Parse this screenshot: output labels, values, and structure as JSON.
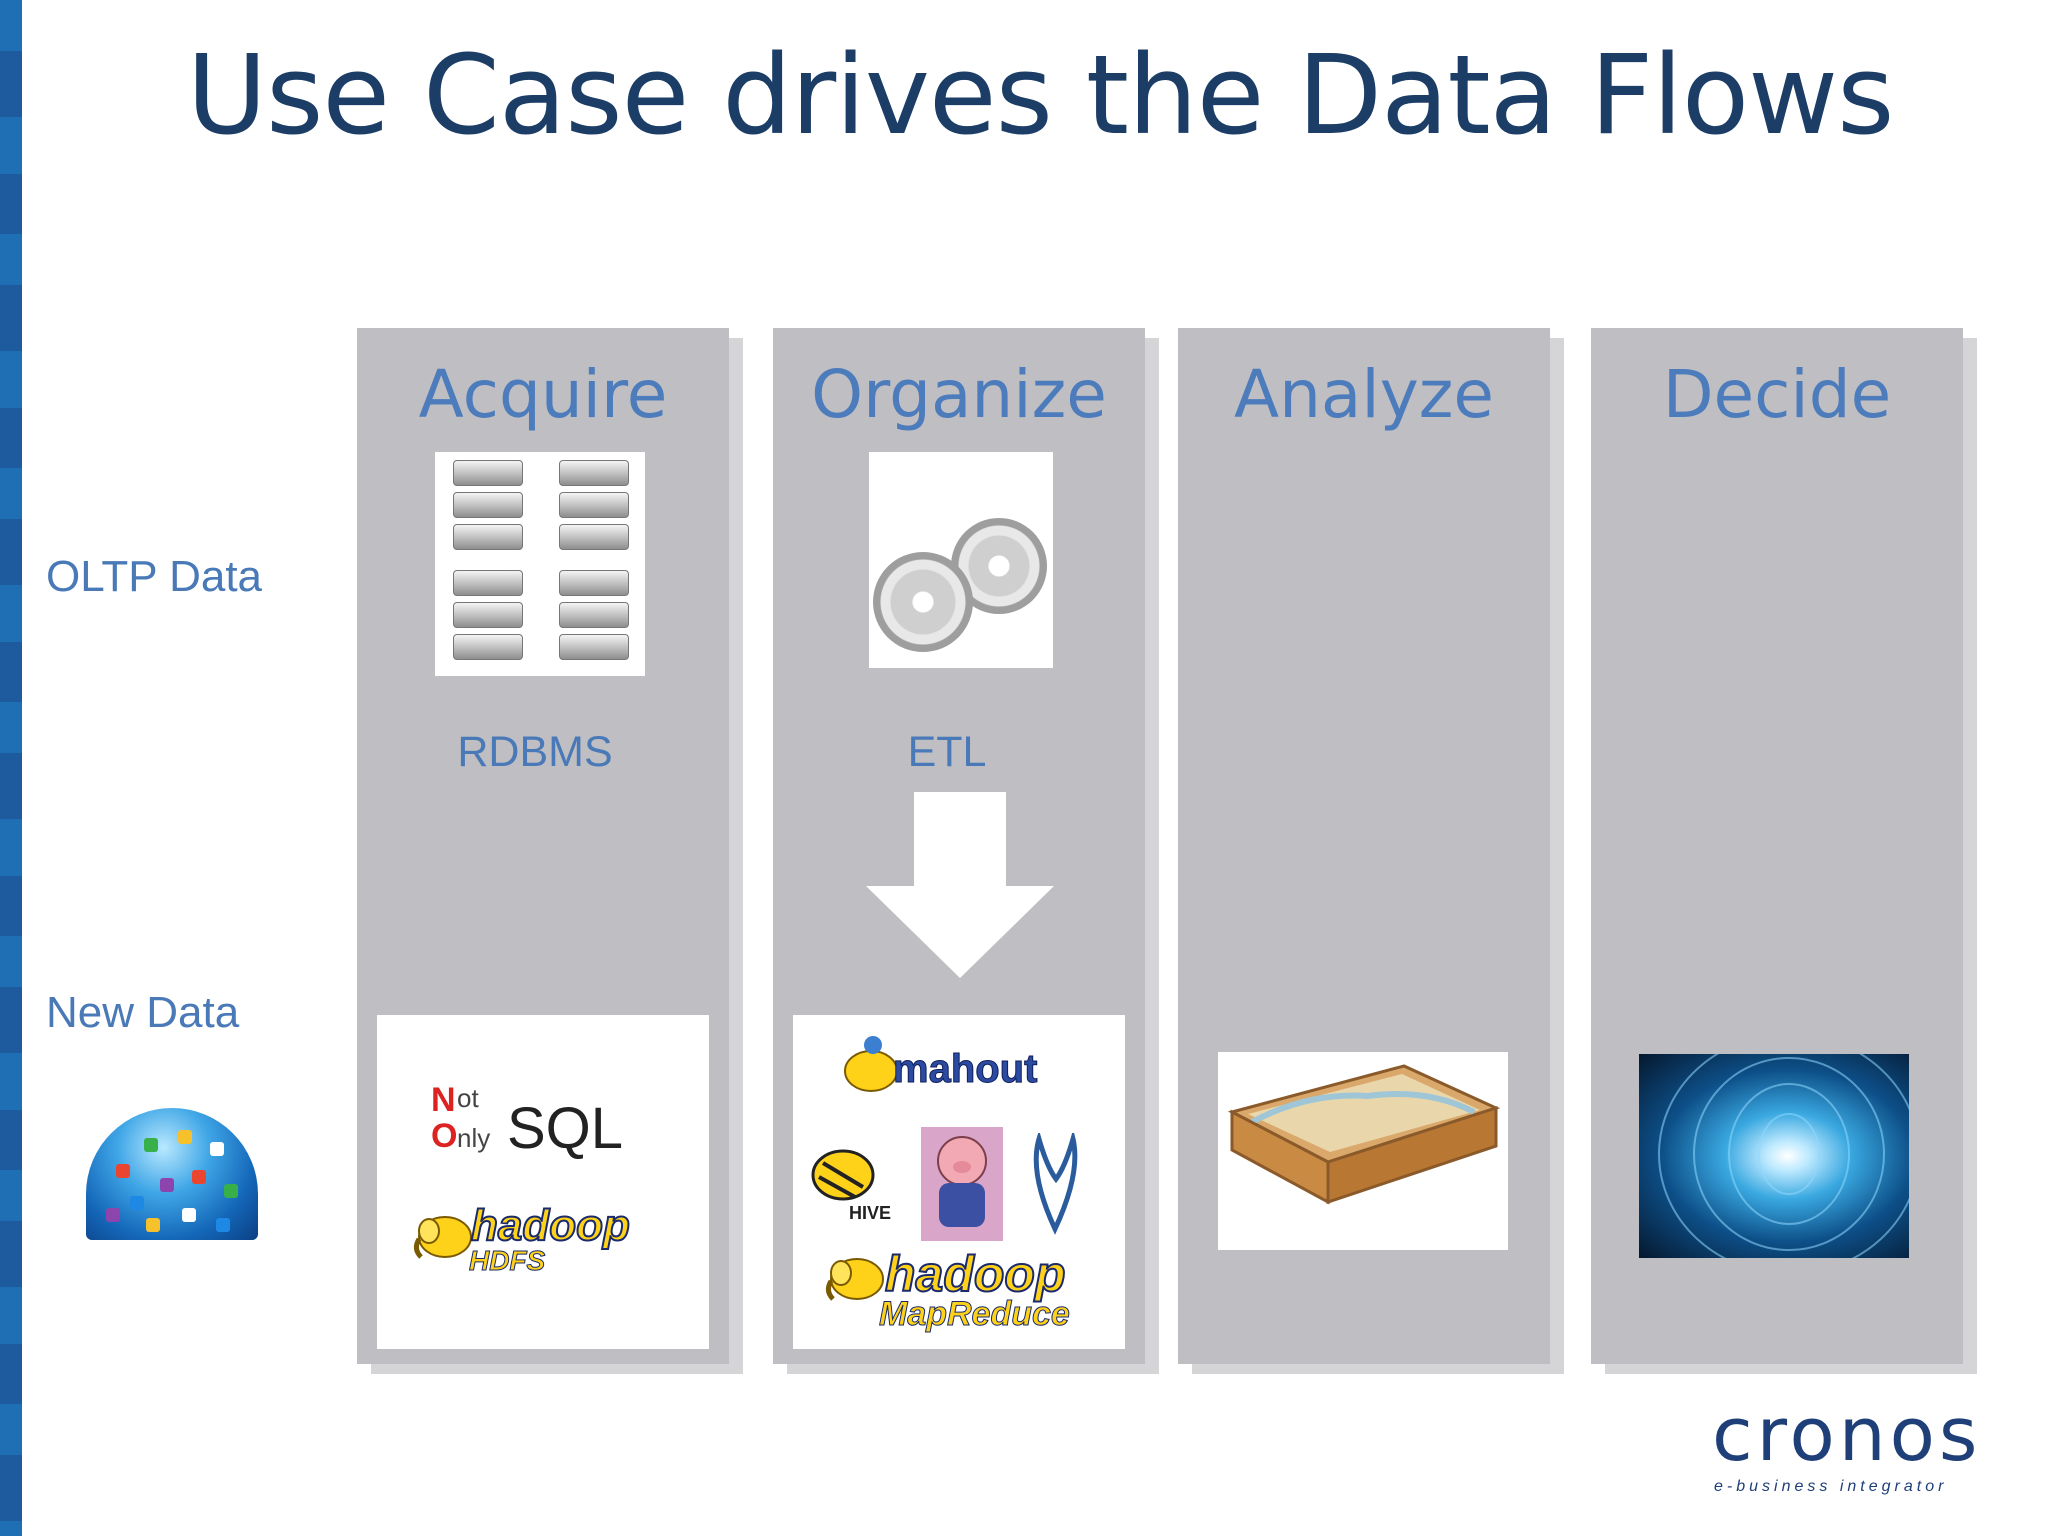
{
  "slide": {
    "title": "Use Case drives the Data Flows",
    "rows": {
      "oltp": "OLTP Data",
      "new": "New Data"
    },
    "columns": [
      {
        "title": "Acquire",
        "caption": "RDBMS"
      },
      {
        "title": "Organize",
        "caption": "ETL"
      },
      {
        "title": "Analyze"
      },
      {
        "title": "Decide"
      }
    ],
    "logos": {
      "nosql": {
        "n": "N",
        "ot": "ot",
        "o": "O",
        "nly": "nly",
        "sql": "SQL"
      },
      "hadoop_hdfs": {
        "word": "hadoop",
        "sub": "HDFS"
      },
      "mahout": "mahout",
      "hive": "HIVE",
      "hadoop_mapreduce": {
        "word": "hadoop",
        "sub": "MapReduce"
      }
    },
    "brand": {
      "name": "cronos",
      "tagline": "e-business integrator"
    },
    "colors": {
      "title": "#1b3d66",
      "labels": "#4a79b8",
      "column": "#bfbec2",
      "stripe": [
        "#1f6fb5",
        "#2aa6a0",
        "#3ab34a",
        "#1d5a9e",
        "#7cc242",
        "#238fc9"
      ]
    }
  }
}
